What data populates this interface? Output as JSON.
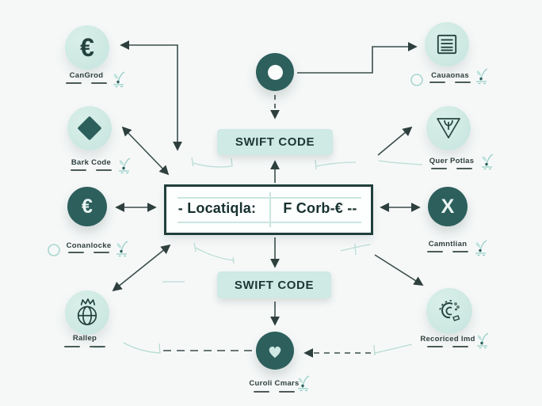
{
  "colors": {
    "background": "#f6f8f8",
    "circle_light": "#c7e4de",
    "circle_dark": "#2d5f5c",
    "box_light": "#cfe9e4",
    "box_border_dark": "#203f3b",
    "arrow": "#3b4d4b",
    "accent_light": "#a9d6cf",
    "label_text": "#2e3f3d"
  },
  "center": {
    "swift_code_top": "SWIFT CODE",
    "swift_code_bottom": "SWIFT CODE",
    "main_box": {
      "left_text": "- Locatiqla:",
      "right_text": "F Corb-€ --"
    },
    "bottom_node_label": "Curoli Cmars"
  },
  "left_nodes": [
    {
      "label": "CanGrod",
      "icon": "euro-icon",
      "glyph": "€"
    },
    {
      "label": "Bark Code",
      "icon": "diamond-icon"
    },
    {
      "label": "Conanlocke",
      "icon": "euro-dark-icon",
      "glyph": "€"
    },
    {
      "label": "Rallep",
      "icon": "globe-crown-icon"
    }
  ],
  "right_nodes": [
    {
      "label": "Cauaonas",
      "icon": "document-icon"
    },
    {
      "label": "Quer Potlas",
      "icon": "funnel-icon"
    },
    {
      "label": "Camntlian",
      "icon": "x-icon",
      "glyph": "X"
    },
    {
      "label": "Recoriced lmd",
      "icon": "gear-sketch-icon"
    }
  ],
  "decor_icons": [
    "sprout-icon",
    "circle-outline-icon",
    "donut-icon",
    "heart-icon"
  ]
}
